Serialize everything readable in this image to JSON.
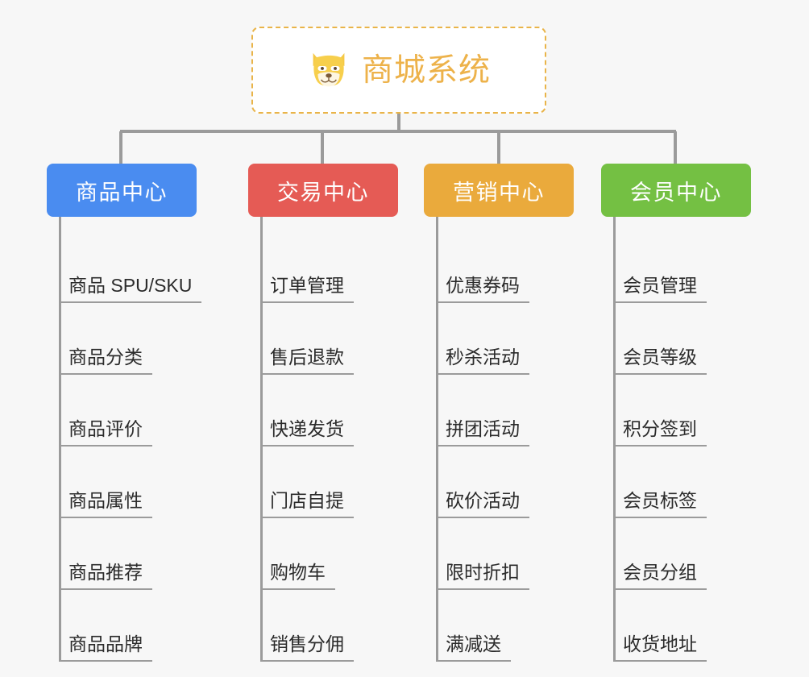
{
  "page": {
    "background_color": "#f7f7f7",
    "type": "mindmap-diagram"
  },
  "root": {
    "title": "商城系统",
    "icon": "dog-face-icon",
    "border_color": "#e9b449",
    "text_color": "#edb24a",
    "background_color": "#ffffff"
  },
  "columns": [
    {
      "title": "商品中心",
      "color": "#4a8cf0",
      "items": [
        "商品 SPU/SKU",
        "商品分类",
        "商品评价",
        "商品属性",
        "商品推荐",
        "商品品牌"
      ]
    },
    {
      "title": "交易中心",
      "color": "#e55b55",
      "items": [
        "订单管理",
        "售后退款",
        "快递发货",
        "门店自提",
        "购物车",
        "销售分佣"
      ]
    },
    {
      "title": "营销中心",
      "color": "#eaaa3c",
      "items": [
        "优惠券码",
        "秒杀活动",
        "拼团活动",
        "砍价活动",
        "限时折扣",
        "满减送"
      ]
    },
    {
      "title": "会员中心",
      "color": "#74c043",
      "items": [
        "会员管理",
        "会员等级",
        "积分签到",
        "会员标签",
        "会员分组",
        "收货地址"
      ]
    }
  ],
  "connector": {
    "color": "#9b9b9b"
  }
}
